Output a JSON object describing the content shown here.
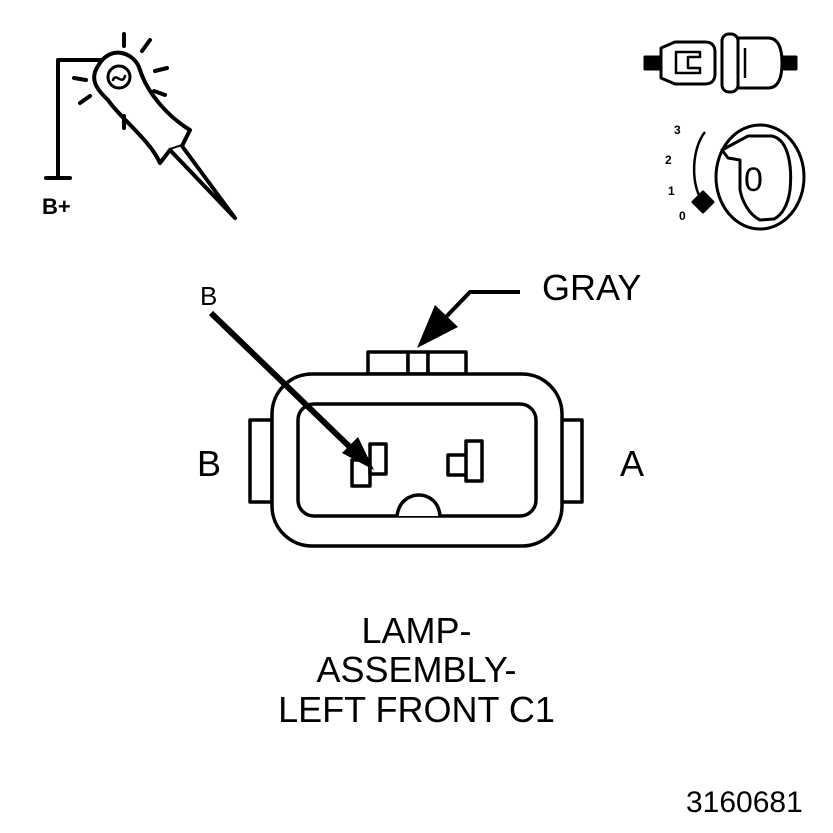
{
  "test_light": {
    "supply_label": "B+"
  },
  "ignition": {
    "positions": [
      "3",
      "2",
      "1",
      "0"
    ],
    "key_label": "0"
  },
  "connector": {
    "wire_color_label": "GRAY",
    "callout_terminal_label": "B",
    "left_cavity_label": "B",
    "right_cavity_label": "A"
  },
  "title": {
    "line1": "LAMP-",
    "line2": "ASSEMBLY-",
    "line3": "LEFT FRONT C1"
  },
  "figure_number": "3160681"
}
